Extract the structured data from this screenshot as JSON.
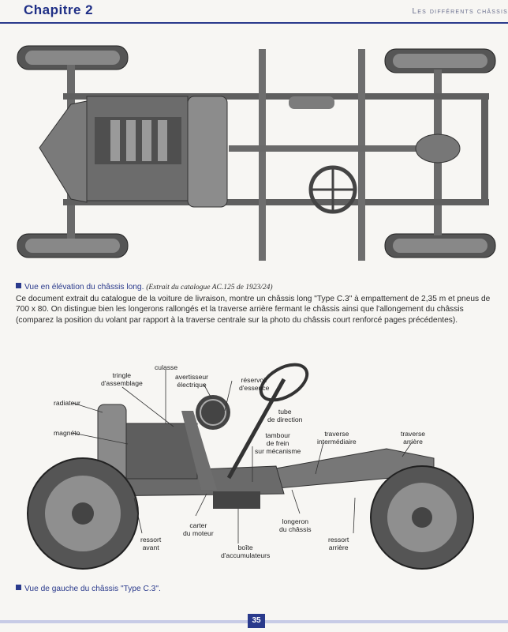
{
  "header": {
    "chapter": "Chapitre 2",
    "section": "Les différents châssis"
  },
  "caption_top": {
    "title": "Vue en élévation du châssis long.",
    "source": "(Extrait du catalogue AC.125 de 1923/24)",
    "body": "Ce document extrait du catalogue de la voiture de livraison, montre un châssis long \"Type C.3\" à empattement de 2,35 m et pneus de 700 x 80. On distingue bien les longerons rallongés et la traverse arrière fermant le châssis ainsi que l'allongement du châssis (comparez la position du volant par rapport à la traverse centrale sur la photo du châssis court renforcé pages précédentes)."
  },
  "labels": {
    "tringle": "tringle\nd'assemblage",
    "culasse": "culasse",
    "avertisseur": "avertisseur\nélectrique",
    "reservoir": "réservoir\nd'essence",
    "radiateur": "radiateur",
    "tube": "tube\nde direction",
    "magneto": "magnéto",
    "tambour": "tambour\nde frein\nsur mécanisme",
    "traverse_inter": "traverse\nintermédiaire",
    "traverse_arriere": "traverse\narrière",
    "carter": "carter\ndu moteur",
    "longeron": "longeron\ndu châssis",
    "ressort_avant": "ressort\navant",
    "ressort_arriere": "ressort\narrière",
    "boite": "boîte\nd'accumulateurs"
  },
  "caption_bottom": {
    "text": "Vue de gauche du châssis \"Type C.3\"."
  },
  "page_number": "35",
  "colors": {
    "accent": "#2a3a8c"
  }
}
